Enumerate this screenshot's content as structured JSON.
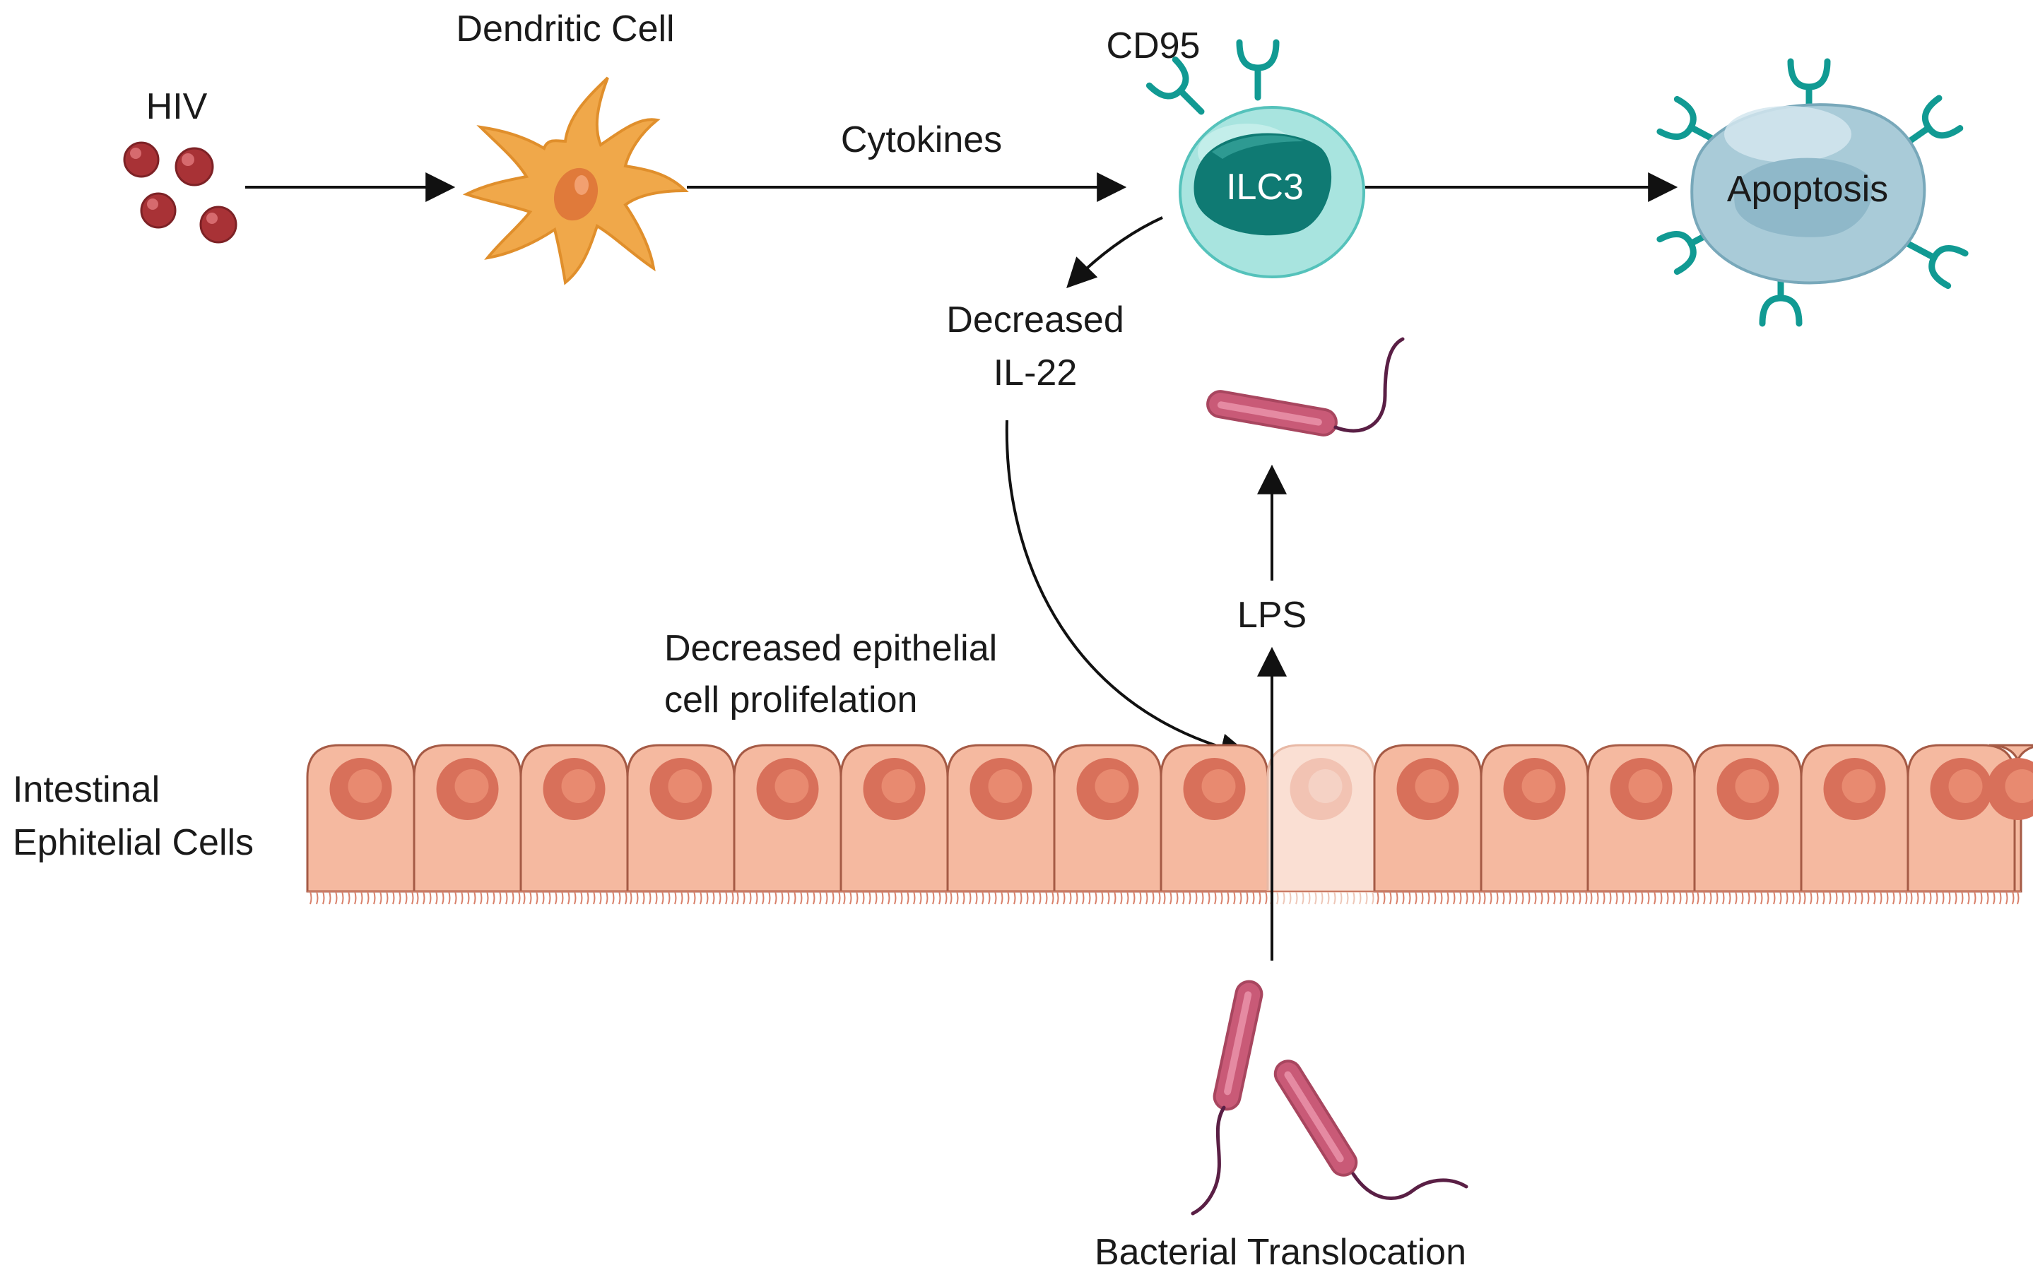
{
  "labels": {
    "hiv": "HIV",
    "dendritic_cell": "Dendritic Cell",
    "cytokines": "Cytokines",
    "cd95": "CD95",
    "ilc3": "ILC3",
    "apoptosis": "Apoptosis",
    "decreased_il22_line1": "Decreased",
    "decreased_il22_line2": "IL-22",
    "lps": "LPS",
    "epithelial_line1": "Decreased epithelial",
    "epithelial_line2": "cell prolifelation",
    "intestinal_line1": "Intestinal",
    "intestinal_line2": "Ephitelial Cells",
    "bacterial_translocation": "Bacterial Translocation"
  },
  "colors": {
    "virus": "#a83236",
    "dendritic_cell": "#f0a84a",
    "ilc3_outer": "#a8e4df",
    "ilc3_nucleus": "#0f7a73",
    "receptor": "#119a93",
    "apoptotic_cell": "#a9cbd8",
    "bacteria": "#c95a77",
    "epithelium": "#f5b9a0",
    "epithelium_nucleus": "#d8705a",
    "arrow": "#111111"
  }
}
